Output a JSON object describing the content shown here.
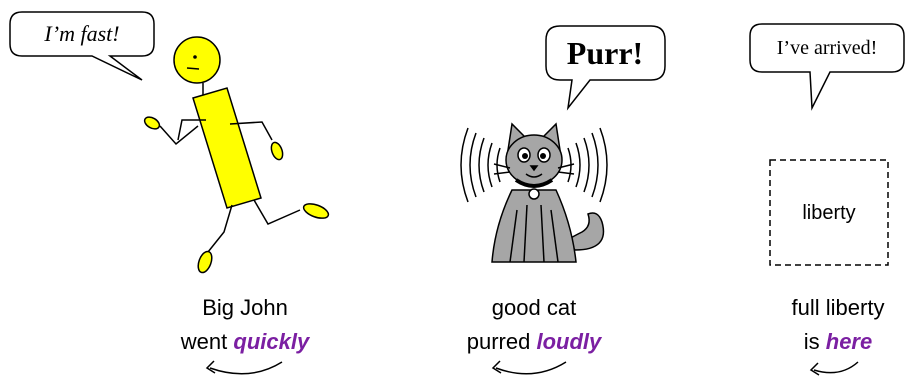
{
  "bubbles": {
    "john": "I’m fast!",
    "cat": "Purr!",
    "liberty": "I’ve arrived!"
  },
  "box_label": "liberty",
  "captions": {
    "john": {
      "line1": "Big John",
      "verb": "went ",
      "adverb": "quickly"
    },
    "cat": {
      "line1": "good cat",
      "verb": "purred ",
      "adverb": "loudly"
    },
    "liberty": {
      "line1": "full liberty",
      "verb": "is ",
      "adverb": "here"
    }
  },
  "colors": {
    "adverb": "#7b1fa2",
    "figure_fill": "#ffff00",
    "cat_fill": "#a6a6a6",
    "outline": "#000000"
  },
  "icons": [
    "running-stick-figure",
    "cat",
    "sound-waves",
    "dashed-box",
    "curved-arrow"
  ]
}
